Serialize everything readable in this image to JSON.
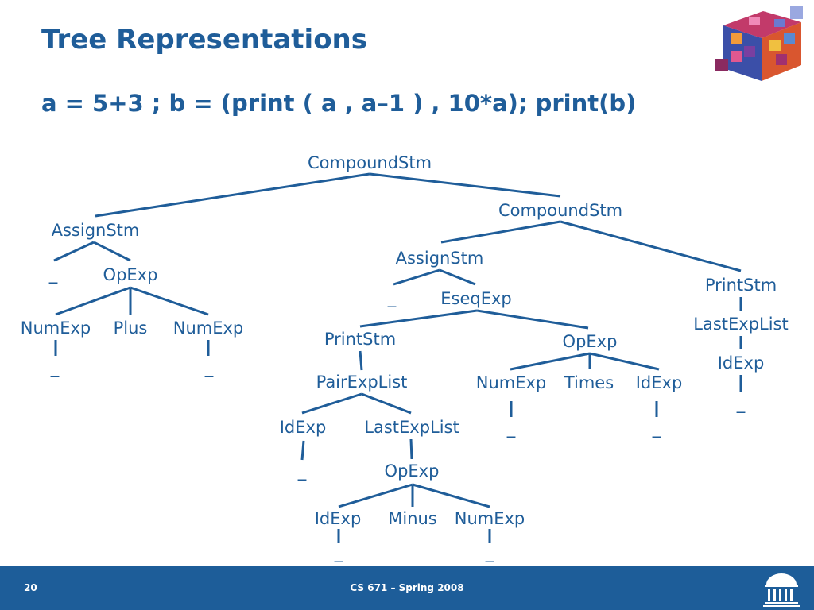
{
  "slide": {
    "title": "Tree Representations",
    "subtitle": "a = 5+3 ; b = (print ( a , a–1 ) , 10*a); print(b)"
  },
  "tree": {
    "nodes": {
      "root": "CompoundStm",
      "assign1": "AssignStm",
      "assign1_id": "_",
      "opexp1": "OpExp",
      "numexp1": "NumExp",
      "plus": "Plus",
      "numexp2": "NumExp",
      "numexp1_leaf": "_",
      "numexp2_leaf": "_",
      "compound2": "CompoundStm",
      "assign2": "AssignStm",
      "assign2_id": "_",
      "eseqexp": "EseqExp",
      "printstm1": "PrintStm",
      "pairexplist": "PairExpList",
      "idexp1": "IdExp",
      "idexp1_leaf": "_",
      "lastexplist1": "LastExpList",
      "opexp2": "OpExp",
      "idexp2": "IdExp",
      "minus": "Minus",
      "numexp3": "NumExp",
      "idexp2_leaf": "_",
      "numexp3_leaf": "_",
      "opexp3": "OpExp",
      "numexp4": "NumExp",
      "times": "Times",
      "idexp3": "IdExp",
      "numexp4_leaf": "_",
      "idexp3_leaf": "_",
      "printstm2": "PrintStm",
      "lastexplist2": "LastExpList",
      "idexp4": "IdExp",
      "idexp4_leaf": "_"
    }
  },
  "footer": {
    "page_number": "20",
    "course": "CS 671 – Spring 2008"
  },
  "colors": {
    "accent": "#1f5d99",
    "footer_bg": "#1d5d99"
  },
  "icons": {
    "logo": "rubik-cube-logo-icon",
    "university": "rotunda-icon"
  }
}
